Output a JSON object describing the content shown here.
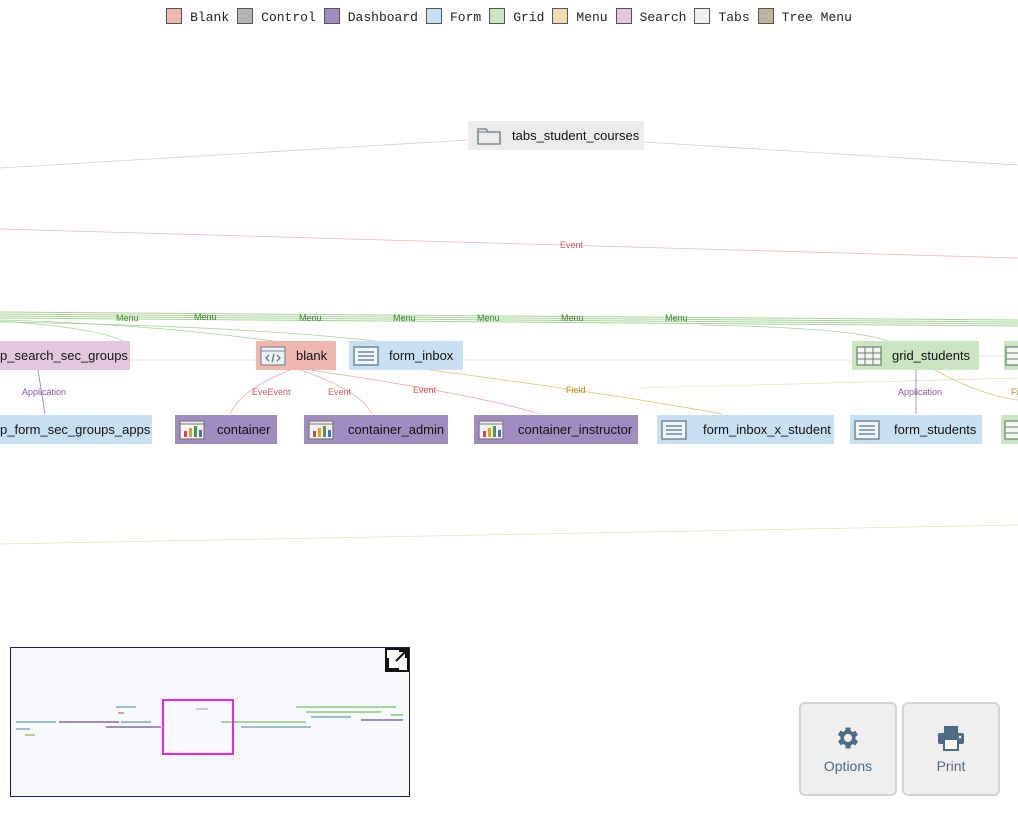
{
  "legend": [
    {
      "label": "Blank",
      "color": "#f0b6b0"
    },
    {
      "label": "Control",
      "color": "#b5b5b5"
    },
    {
      "label": "Dashboard",
      "color": "#a08cc0"
    },
    {
      "label": "Form",
      "color": "#c8e0f4"
    },
    {
      "label": "Grid",
      "color": "#c9e6c0"
    },
    {
      "label": "Menu",
      "color": "#f2deb0"
    },
    {
      "label": "Search",
      "color": "#e3c7df"
    },
    {
      "label": "Tabs",
      "color": "#f0f0f0"
    },
    {
      "label": "Tree Menu",
      "color": "#bfb59a"
    }
  ],
  "nodes": {
    "tabs_student_courses": "tabs_student_courses",
    "search_sec_groups": "p_search_sec_groups",
    "blank": "blank",
    "form_inbox": "form_inbox",
    "grid_students": "grid_students",
    "form_sec_groups_apps": "p_form_sec_groups_apps",
    "container": "container",
    "container_admin": "container_admin",
    "container_instructor": "container_instructor",
    "form_inbox_x_student": "form_inbox_x_student",
    "form_students": "form_students"
  },
  "edge_labels": {
    "event_top": "Event",
    "menu": "Menu",
    "application": "Application",
    "event": "Event",
    "eve_event": "EveEvent",
    "field": "Field",
    "field_cut": "Fi"
  },
  "buttons": {
    "options": "Options",
    "print": "Print"
  }
}
